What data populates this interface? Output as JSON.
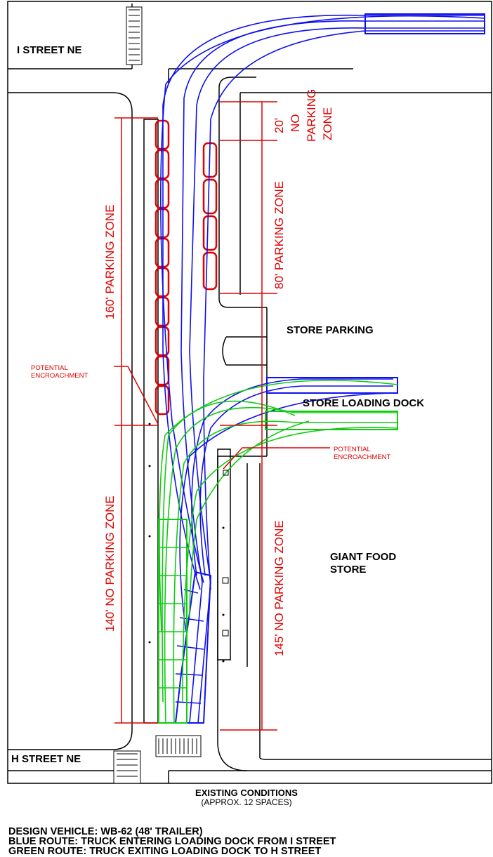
{
  "streets": {
    "north": "I STREET NE",
    "south": "H STREET NE"
  },
  "places": {
    "store_parking": "STORE PARKING",
    "loading_dock": "STORE LOADING DOCK",
    "store_name_line1": "GIANT FOOD",
    "store_name_line2": "STORE"
  },
  "dimensions": {
    "west_upper": "160' PARKING ZONE",
    "west_lower": "140' NO PARKING ZONE",
    "east_top_1": "20'",
    "east_top_2": "NO",
    "east_top_3": "PARKING",
    "east_top_4": "ZONE",
    "east_middle": "80' PARKING ZONE",
    "east_lower": "145' NO PARKING ZONE"
  },
  "callouts": {
    "west_line1": "POTENTIAL",
    "west_line2": "ENCROACHMENT",
    "east_line1": "POTENTIAL",
    "east_line2": "ENCROACHMENT"
  },
  "caption": {
    "title": "EXISTING CONDITIONS",
    "subtitle": "(APPROX. 12 SPACES)"
  },
  "notes": {
    "line1": "DESIGN VEHICLE: WB-62 (48' TRAILER)",
    "line2": "BLUE ROUTE: TRUCK ENTERING LOADING DOCK FROM I STREET",
    "line3": "GREEN ROUTE: TRUCK EXITING LOADING DOCK TO H STREET"
  },
  "colors": {
    "blue_route": "#1010ee",
    "green_route": "#10cc10",
    "dimension_red": "#e00000",
    "linework": "#000000"
  }
}
